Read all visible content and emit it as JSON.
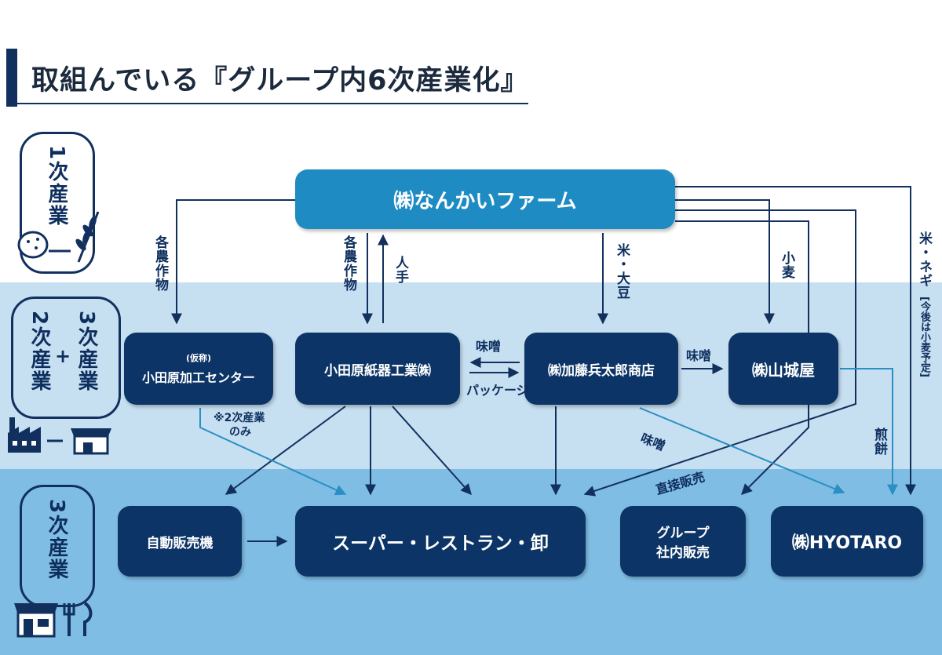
{
  "title": "取組んでいる『グループ内6次産業化』",
  "industries": {
    "primary": "1次産業",
    "secondary": "2次産業",
    "plus": "+",
    "tertiary_combo": "3次産業",
    "tertiary": "3次産業"
  },
  "nodes": {
    "nankai": "㈱なんかいファーム",
    "center_small": "(仮称)",
    "center": "小田原加工センター",
    "odawara": "小田原紙器工業㈱",
    "kato": "㈱加藤兵太郎商店",
    "yamashiroya": "㈱山城屋",
    "vending": "自動販売機",
    "super": "スーパー・レストラン・卸",
    "group_line1": "グループ",
    "group_line2": "社内販売",
    "hyotaro": "㈱HYOTARO"
  },
  "labels": {
    "crops_left": "各農作物",
    "crops_mid": "各農作物",
    "people": "人手",
    "rice_soy": "米・大豆",
    "wheat": "小麦",
    "rice_leek": "米・ネギ",
    "rice_leek_note": "[今後は小麦予定]",
    "miso_top": "味噌",
    "package": "パッケージ",
    "miso_right": "味噌",
    "secondary_only_1": "※2次産業",
    "secondary_only_2": "のみ",
    "miso_diag": "味噌",
    "direct_sales": "直接販売",
    "senbei": "煎餅"
  },
  "colors": {
    "dark_navy": "#0c3466",
    "top_box_blue": "#1e8bc3",
    "light_arrow_blue": "#2a8fc4",
    "band_mid": "#c6dff1",
    "band_low": "#7fbde4"
  }
}
